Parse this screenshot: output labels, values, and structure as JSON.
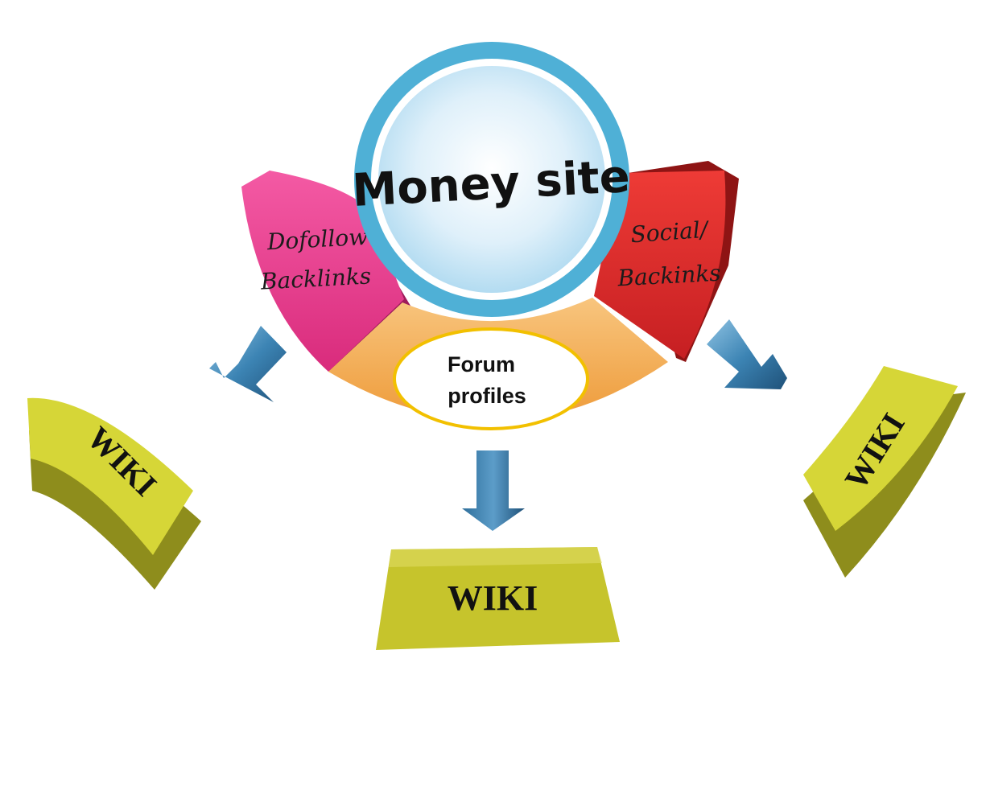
{
  "center": {
    "label": "Money site"
  },
  "segments": {
    "left": {
      "line1": "Dofollow",
      "line2": "Backlinks"
    },
    "right": {
      "line1": "Social/",
      "line2": "Backinks"
    },
    "bottom": {
      "line1": "Forum",
      "line2": "profiles"
    }
  },
  "wiki": {
    "left": "WIKI",
    "center": "WIKI",
    "right": "WIKI"
  },
  "colors": {
    "pink": "#e43a8c",
    "red": "#d6272a",
    "orange": "#f2a847",
    "ring": "#4fb0d6",
    "wiki": "#d3d332",
    "arrow": "#2a6d97"
  }
}
